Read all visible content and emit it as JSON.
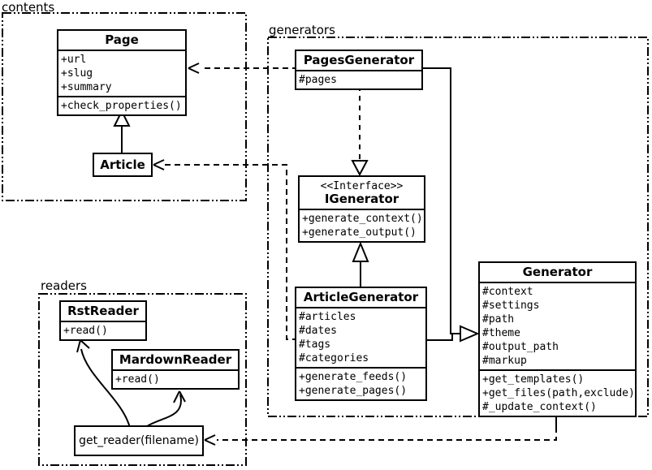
{
  "colors": {
    "line": "#000000",
    "background": "#ffffff",
    "box_fill": "#ffffff"
  },
  "packages": {
    "contents": {
      "label": "contents"
    },
    "generators": {
      "label": "generators"
    },
    "readers": {
      "label": "readers"
    }
  },
  "classes": {
    "page": {
      "name": "Page",
      "attrs": [
        "+url",
        "+slug",
        "+summary"
      ],
      "methods": [
        "+check_properties()"
      ]
    },
    "article": {
      "name": "Article"
    },
    "pages_generator": {
      "name": "PagesGenerator",
      "attrs": [
        "#pages"
      ]
    },
    "igenerator": {
      "stereotype": "<<Interface>>",
      "name": "IGenerator",
      "methods": [
        "+generate_context()",
        "+generate_output()"
      ]
    },
    "article_generator": {
      "name": "ArticleGenerator",
      "attrs": [
        "#articles",
        "#dates",
        "#tags",
        "#categories"
      ],
      "methods": [
        "+generate_feeds()",
        "+generate_pages()"
      ]
    },
    "generator": {
      "name": "Generator",
      "attrs": [
        "#context",
        "#settings",
        "#path",
        "#theme",
        "#output_path",
        "#markup"
      ],
      "methods": [
        "+get_templates()",
        "+get_files(path,exclude)",
        "#_update_context()"
      ]
    },
    "rst_reader": {
      "name": "RstReader",
      "methods": [
        "+read()"
      ]
    },
    "mardown_reader": {
      "name": "MardownReader",
      "methods": [
        "+read()"
      ]
    },
    "get_reader": {
      "label": "get_reader(filename)"
    }
  },
  "relations": [
    {
      "from": "Article",
      "to": "Page",
      "type": "inheritance"
    },
    {
      "from": "PagesGenerator",
      "to": "Page",
      "type": "dependency"
    },
    {
      "from": "ArticleGenerator",
      "to": "Article",
      "type": "dependency"
    },
    {
      "from": "PagesGenerator",
      "to": "IGenerator",
      "type": "realization"
    },
    {
      "from": "ArticleGenerator",
      "to": "IGenerator",
      "type": "realization"
    },
    {
      "from": "PagesGenerator",
      "to": "Generator",
      "type": "inheritance"
    },
    {
      "from": "ArticleGenerator",
      "to": "Generator",
      "type": "inheritance"
    },
    {
      "from": "Generator",
      "to": "get_reader(filename)",
      "type": "dependency"
    },
    {
      "from": "get_reader(filename)",
      "to": "RstReader",
      "type": "call"
    },
    {
      "from": "get_reader(filename)",
      "to": "MardownReader",
      "type": "call"
    }
  ]
}
